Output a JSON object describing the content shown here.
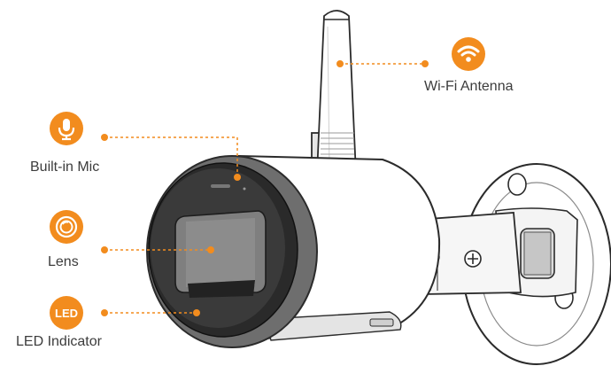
{
  "accent_color": "#f28c1e",
  "callouts": [
    {
      "id": "wifi",
      "icon": "wifi-icon",
      "label": "Wi-Fi Antenna"
    },
    {
      "id": "mic",
      "icon": "microphone-icon",
      "label": "Built-in Mic"
    },
    {
      "id": "lens",
      "icon": "lens-icon",
      "label": "Lens"
    },
    {
      "id": "led",
      "icon": "led-icon",
      "label": "LED Indicator",
      "badge_text": "LED"
    }
  ]
}
